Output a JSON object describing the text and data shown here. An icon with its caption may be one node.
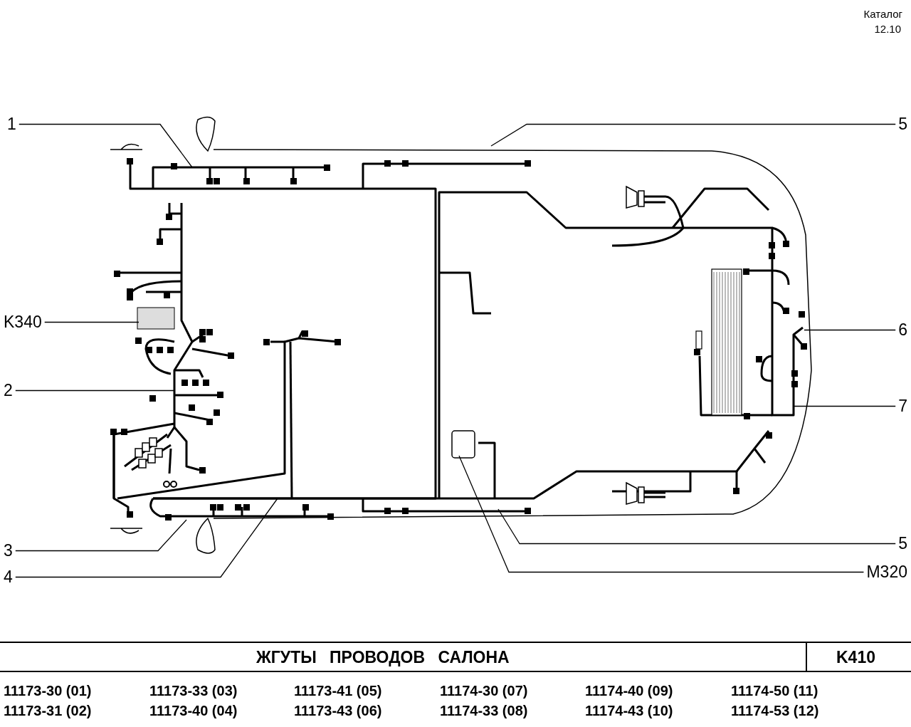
{
  "diagram": {
    "title": "ЖГУТЫ ПРОВОДОВ САЛОНА",
    "nodes": [
      {
        "text": [
          "1"
        ]
      },
      {
        "text": [
          "5"
        ]
      },
      {
        "text": [
          "K340"
        ]
      },
      {
        "text": [
          "2"
        ]
      },
      {
        "text": [
          "6"
        ]
      },
      {
        "text": [
          "7"
        ]
      },
      {
        "text": [
          "3"
        ]
      },
      {
        "text": [
          "4"
        ]
      },
      {
        "text": [
          "5"
        ]
      },
      {
        "text": [
          "M320"
        ]
      }
    ],
    "edges": [
      {
        "from": 0,
        "to": null,
        "arrow": "none"
      },
      {
        "from": 1,
        "to": null,
        "arrow": "none"
      },
      {
        "from": 2,
        "to": null,
        "arrow": "none"
      },
      {
        "from": 3,
        "to": null,
        "arrow": "none"
      },
      {
        "from": 4,
        "to": null,
        "arrow": "none"
      },
      {
        "from": 5,
        "to": null,
        "arrow": "none"
      },
      {
        "from": 6,
        "to": null,
        "arrow": "none"
      },
      {
        "from": 7,
        "to": null,
        "arrow": "none"
      },
      {
        "from": 8,
        "to": null,
        "arrow": "none"
      },
      {
        "from": 9,
        "to": null,
        "arrow": "none"
      }
    ],
    "labels": [
      "Каталог",
      "12.10",
      "K410",
      "11173-30 (01)",
      "11173-33 (03)",
      "11173-41 (05)",
      "11174-30 (07)",
      "11174-40 (09)",
      "11174-50 (11)",
      "11173-31 (02)",
      "11173-40 (04)",
      "11173-43 (06)",
      "11174-33 (08)",
      "11174-43 (10)",
      "11174-53 (12)"
    ]
  }
}
